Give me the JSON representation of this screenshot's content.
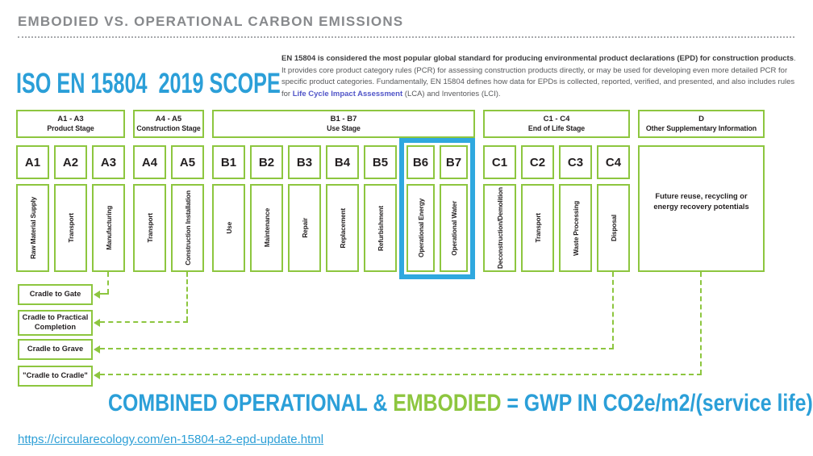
{
  "colors": {
    "accent_blue": "#2b9fd8",
    "highlight_blue": "#2fa8df",
    "green": "#8dc63f",
    "title_gray": "#87898c",
    "link_purple": "#5155c8"
  },
  "header": {
    "title": "EMBODIED VS. OPERATIONAL CARBON EMISSIONS",
    "heading": "ISO EN 15804  2019 SCOPE",
    "intro_bold": "EN 15804 is considered the most popular global standard for producing environmental product declarations (EPD) for construction products",
    "intro_text_1": ". It provides core product category rules (PCR) for assessing construction products directly, or may be used for developing even more detailed PCR for specific product categories.  Fundamentally, EN 15804 defines how data for EPDs is collected, reported, verified, and presented, and also includes rules for ",
    "intro_link": "Life Cycle Impact Assessment",
    "intro_text_2": " (LCA) and Inventories (LCI)."
  },
  "diagram": {
    "groups": [
      {
        "range": "A1 - A3",
        "name": "Product Stage",
        "stages": [
          {
            "code": "A1",
            "label": "Raw Material Supply"
          },
          {
            "code": "A2",
            "label": "Transport"
          },
          {
            "code": "A3",
            "label": "Manufacturing"
          }
        ]
      },
      {
        "range": "A4 - A5",
        "name": "Construction Stage",
        "stages": [
          {
            "code": "A4",
            "label": "Transport"
          },
          {
            "code": "A5",
            "label": "Construction Installation"
          }
        ]
      },
      {
        "range": "B1 - B7",
        "name": "Use Stage",
        "stages": [
          {
            "code": "B1",
            "label": "Use"
          },
          {
            "code": "B2",
            "label": "Maintenance"
          },
          {
            "code": "B3",
            "label": "Repair"
          },
          {
            "code": "B4",
            "label": "Replacement"
          },
          {
            "code": "B5",
            "label": "Refurbishment"
          },
          {
            "code": "B6",
            "label": "Operational Energy"
          },
          {
            "code": "B7",
            "label": "Operational Water"
          }
        ]
      },
      {
        "range": "C1 - C4",
        "name": "End of Life Stage",
        "stages": [
          {
            "code": "C1",
            "label": "Deconstruction/Demolition"
          },
          {
            "code": "C2",
            "label": "Transport"
          },
          {
            "code": "C3",
            "label": "Waste Processing"
          },
          {
            "code": "C4",
            "label": "Disposal"
          }
        ]
      },
      {
        "range": "D",
        "name": "Other Supplementary Information",
        "stages": []
      }
    ],
    "d_box_text": "Future reuse, recycling or energy recovery potentials",
    "scopes": [
      {
        "label": "Cradle to Gate"
      },
      {
        "label": "Cradle to Practical Completion"
      },
      {
        "label": "Cradle to Grave"
      },
      {
        "label": "\"Cradle to Cradle\""
      }
    ]
  },
  "footer": {
    "headline_part1": "COMBINED OPERATIONAL & ",
    "headline_part2": "EMBODIED",
    "headline_part3": " = GWP IN CO2e/m2/(service life)",
    "link": "https://circularecology.com/en-15804-a2-epd-update.html"
  }
}
